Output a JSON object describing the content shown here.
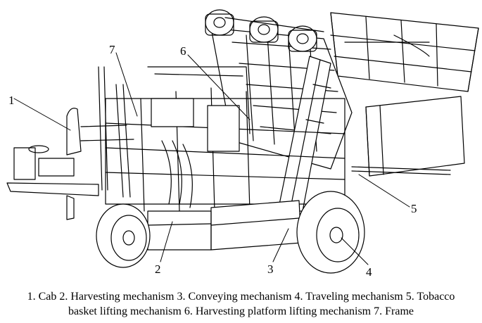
{
  "callouts": [
    "1",
    "2",
    "3",
    "4",
    "5",
    "6",
    "7"
  ],
  "caption": {
    "line1": "1. Cab 2. Harvesting mechanism 3. Conveying mechanism 4. Traveling mechanism 5. Tobacco",
    "line2": "basket lifting mechanism 6. Harvesting platform lifting mechanism 7. Frame"
  }
}
